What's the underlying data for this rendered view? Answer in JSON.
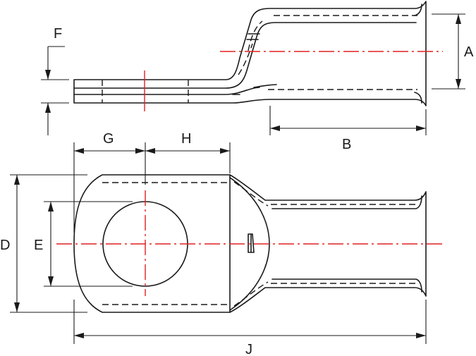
{
  "dimensions": {
    "A": "A",
    "B": "B",
    "D": "D",
    "E": "E",
    "F": "F",
    "G": "G",
    "H": "H",
    "J": "J"
  },
  "colors": {
    "line": "#1a1a1a",
    "centerline": "#e02020",
    "background": "#ffffff"
  }
}
